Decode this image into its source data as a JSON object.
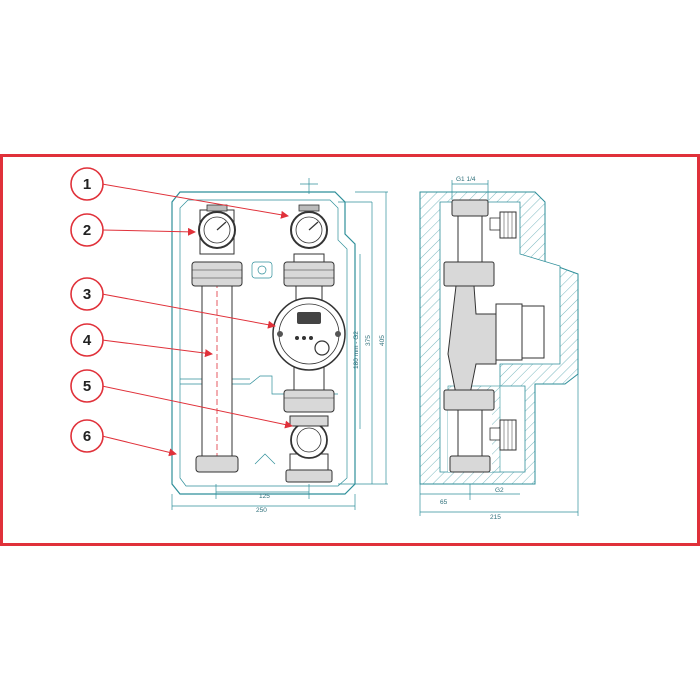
{
  "callouts": [
    {
      "number": "1"
    },
    {
      "number": "2"
    },
    {
      "number": "3"
    },
    {
      "number": "4"
    },
    {
      "number": "5"
    },
    {
      "number": "6"
    }
  ],
  "front_view": {
    "dim_bottom_inner": "125",
    "dim_bottom_outer": "250",
    "dim_vertical_1": "180 mm - G2",
    "dim_vertical_2": "375",
    "dim_vertical_3": "405"
  },
  "side_view": {
    "dim_top": "G1 1/4",
    "dim_bottom_left": "65",
    "dim_bottom_right": "G2",
    "dim_bottom_total": "215"
  },
  "colors": {
    "frame": "#e0313a",
    "leader": "#e0313a",
    "outline": "#2f8f9a",
    "callout_circle": "#e0313a"
  }
}
